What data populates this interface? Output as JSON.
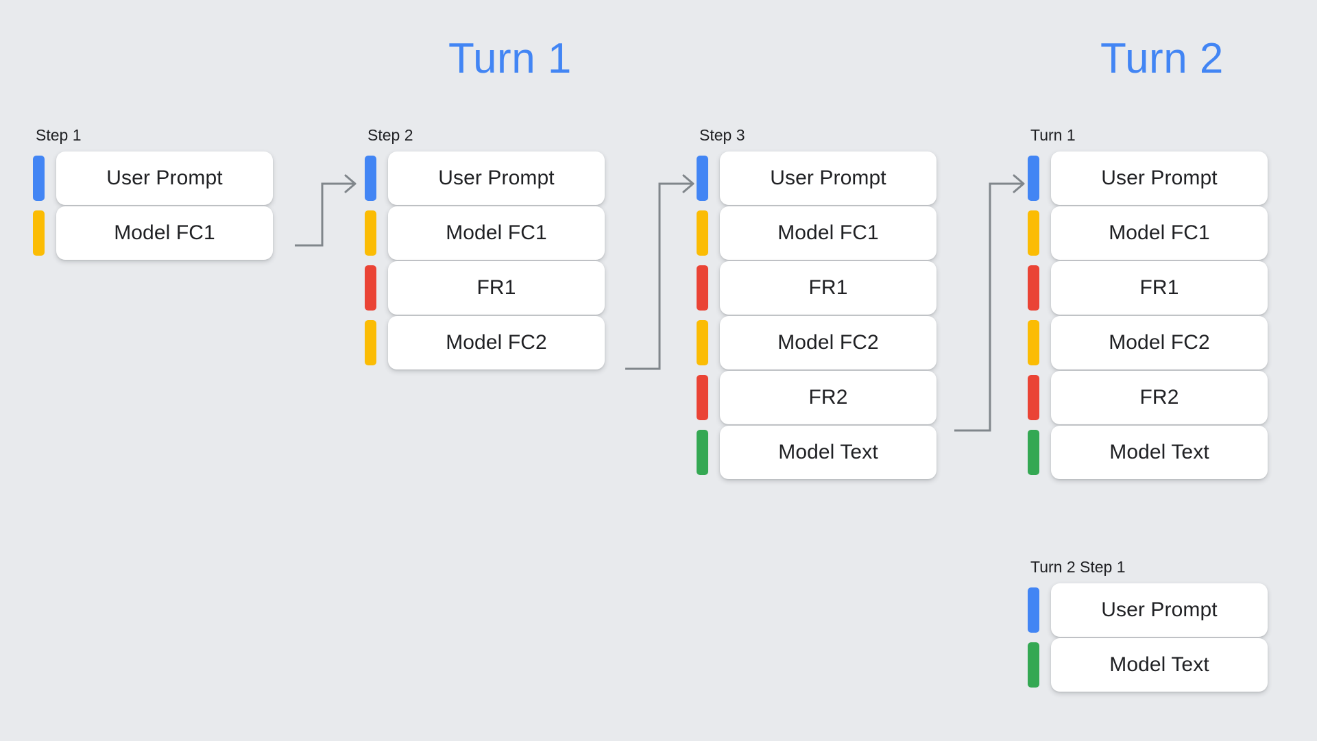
{
  "background_color": "#e8eaed",
  "accent_color": "#4285f4",
  "headings": [
    {
      "id": "turn1",
      "label": "Turn 1"
    },
    {
      "id": "turn2",
      "label": "Turn 2"
    }
  ],
  "palette": {
    "blue": "#4285f4",
    "yellow": "#fbbc04",
    "red": "#ea4335",
    "green": "#34a853",
    "card": "#ffffff",
    "connector": "#80868b",
    "text": "#202124"
  },
  "columns": [
    {
      "id": "step-1",
      "label": "Step 1",
      "rows": [
        {
          "label": "User Prompt",
          "color": "blue"
        },
        {
          "label": "Model FC1",
          "color": "yellow"
        }
      ]
    },
    {
      "id": "step-2",
      "label": "Step 2",
      "rows": [
        {
          "label": "User Prompt",
          "color": "blue"
        },
        {
          "label": "Model FC1",
          "color": "yellow"
        },
        {
          "label": "FR1",
          "color": "red"
        },
        {
          "label": "Model FC2",
          "color": "yellow"
        }
      ]
    },
    {
      "id": "step-3",
      "label": "Step 3",
      "rows": [
        {
          "label": "User Prompt",
          "color": "blue"
        },
        {
          "label": "Model FC1",
          "color": "yellow"
        },
        {
          "label": "FR1",
          "color": "red"
        },
        {
          "label": "Model FC2",
          "color": "yellow"
        },
        {
          "label": "FR2",
          "color": "red"
        },
        {
          "label": "Model Text",
          "color": "green"
        }
      ]
    },
    {
      "id": "turn2-turn1",
      "label": "Turn 1",
      "rows": [
        {
          "label": "User Prompt",
          "color": "blue"
        },
        {
          "label": "Model FC1",
          "color": "yellow"
        },
        {
          "label": "FR1",
          "color": "red"
        },
        {
          "label": "Model FC2",
          "color": "yellow"
        },
        {
          "label": "FR2",
          "color": "red"
        },
        {
          "label": "Model Text",
          "color": "green"
        }
      ]
    },
    {
      "id": "turn2-step1",
      "label": "Turn 2 Step 1",
      "rows": [
        {
          "label": "User Prompt",
          "color": "blue"
        },
        {
          "label": "Model Text",
          "color": "green"
        }
      ]
    }
  ],
  "connectors": [
    {
      "id": "step1-to-step2",
      "from": "Model FC1 (Step 1)",
      "to": "User Prompt (Step 2)"
    },
    {
      "id": "step2-to-step3",
      "from": "Model FC2 (Step 2)",
      "to": "User Prompt (Step 3)"
    },
    {
      "id": "step3-to-turn2",
      "from": "FR2 (Step 3)",
      "to": "User Prompt (Turn 1 of Turn 2)"
    }
  ]
}
